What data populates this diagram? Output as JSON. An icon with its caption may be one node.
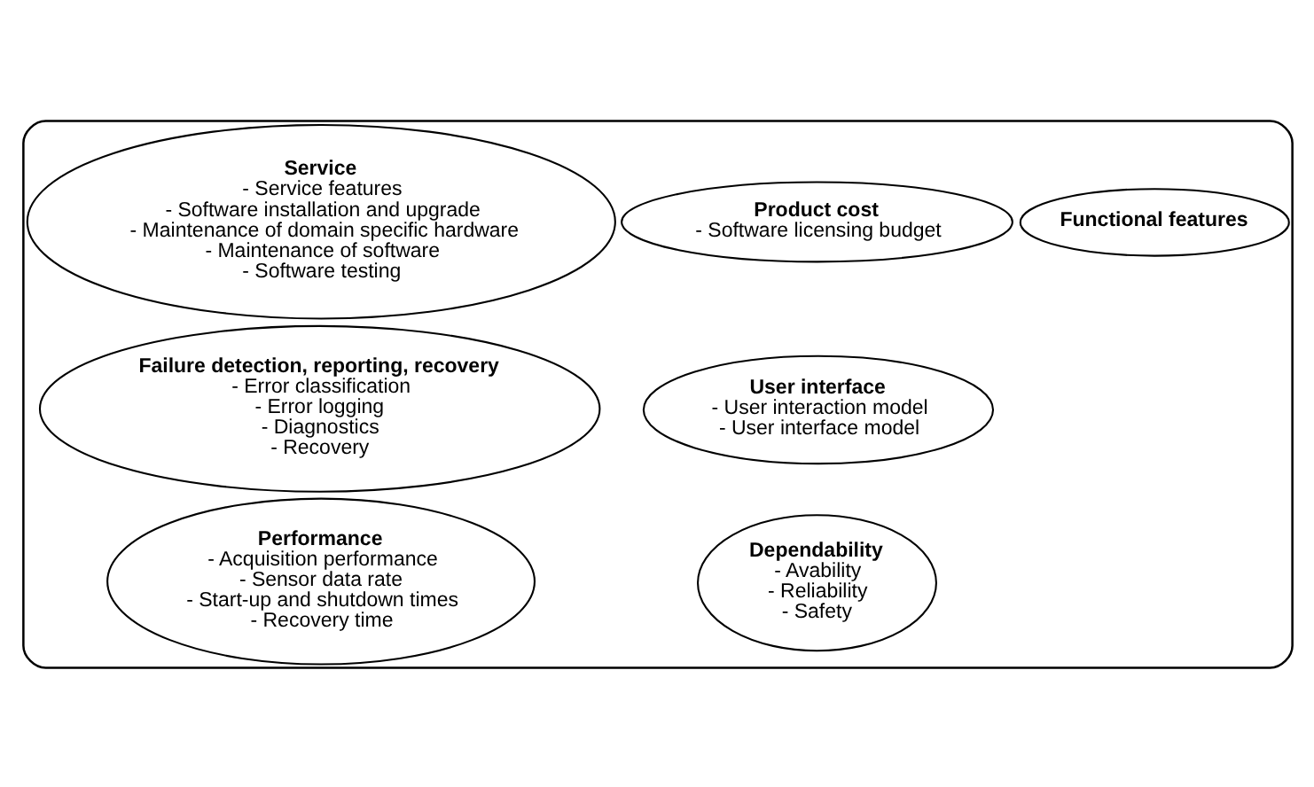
{
  "diagram": {
    "nodes": [
      {
        "text": [],
        "shape": "ellipse"
      },
      {
        "text": [
          "Functional features"
        ],
        "in": 0
      },
      {
        "text": [
          "Dependability",
          "- Avability",
          "- Reliability",
          "- Safety"
        ],
        "in": 0
      },
      {
        "text": [
          "User interface",
          "- User interaction model",
          "- User interface model"
        ],
        "in": 0
      },
      {
        "text": [
          "Failure detection, reporting, recovery",
          "- Error classification",
          "- Error logging",
          "- Diagnostics",
          "- Recovery"
        ],
        "in": 0
      },
      {
        "text": [
          "Performance",
          "- Acquisition performance",
          "- Sensor data rate",
          "- Start-up and shutdown times",
          "- Recovery time"
        ],
        "in": 0
      },
      {
        "text": [
          "Product cost",
          "- Software licensing budget"
        ],
        "in": 0
      },
      {
        "text": [
          "Service",
          "- Service features",
          "- Software installation and upgrade",
          "- Maintenance of domain specific hardware",
          "- Maintenance of software",
          "- Software testing"
        ],
        "in": 0
      }
    ]
  }
}
